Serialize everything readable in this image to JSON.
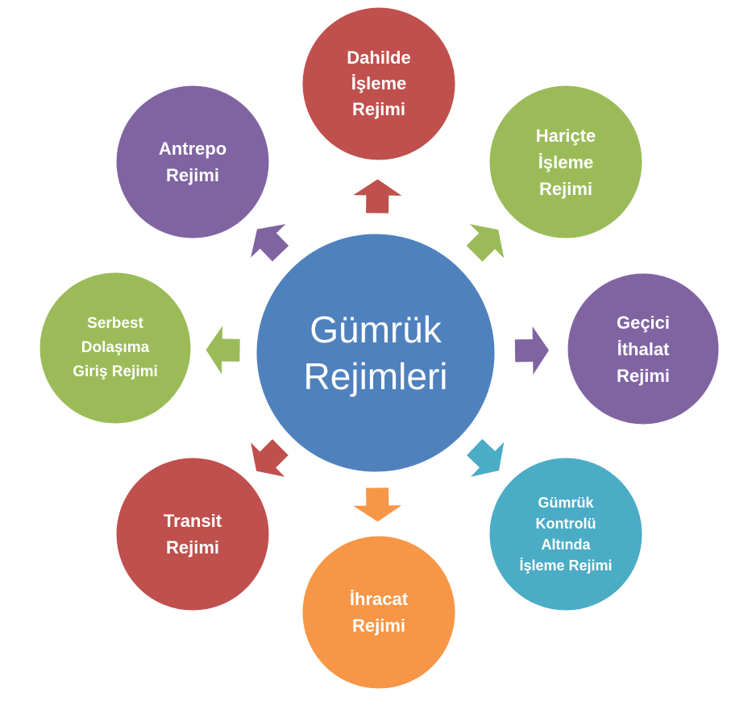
{
  "center": {
    "label": "Gümrük\nRejimleri",
    "color": "#4f81bd"
  },
  "nodes": [
    {
      "id": "dahilde-isleme",
      "label": "Dahilde\nİşleme\nRejimi",
      "color": "#c0504d"
    },
    {
      "id": "harice-isleme",
      "label": "Hariçte\nİşleme\nRejimi",
      "color": "#9bbb59"
    },
    {
      "id": "gecici-ithalat",
      "label": "Geçici\nİthalat\nRejimi",
      "color": "#8064a2"
    },
    {
      "id": "gumruk-kontrolu",
      "label": "Gümrük\nKontrolü\nAltında\nİşleme Rejimi",
      "color": "#4bacc6"
    },
    {
      "id": "ihracat",
      "label": "İhracat\nRejimi",
      "color": "#f79646"
    },
    {
      "id": "transit",
      "label": "Transit\nRejimi",
      "color": "#c0504d"
    },
    {
      "id": "serbest-dolasim",
      "label": "Serbest\nDolaşıma\nGiriş Rejimi",
      "color": "#9bbb59"
    },
    {
      "id": "antrepo",
      "label": "Antrepo\nRejimi",
      "color": "#8064a2"
    }
  ]
}
